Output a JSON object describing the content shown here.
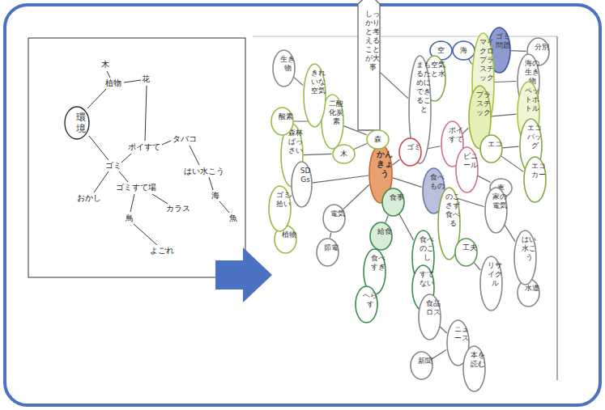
{
  "diagram": {
    "nodes": [
      {
        "text": [
          "環境"
        ]
      },
      {
        "text": [
          "しっかりと考えることが大事"
        ]
      },
      {
        "text": [
          "空"
        ]
      },
      {
        "text": [
          "海"
        ]
      },
      {
        "text": [
          "ゴミ問題"
        ]
      },
      {
        "text": [
          "分別"
        ]
      },
      {
        "text": [
          "空気と水"
        ]
      },
      {
        "text": [
          "海の生き物"
        ]
      },
      {
        "text": [
          "マイクロプラスチック"
        ]
      },
      {
        "text": [
          "ペットボトル"
        ]
      },
      {
        "text": [
          "プラスチック"
        ]
      },
      {
        "text": [
          "エコ"
        ]
      },
      {
        "text": [
          "エコバッグ"
        ]
      },
      {
        "text": [
          "エコカー"
        ]
      },
      {
        "text": [
          "まもるためにできること"
        ]
      },
      {
        "text": [
          "ゴミ"
        ]
      },
      {
        "text": [
          "ポイすて"
        ]
      },
      {
        "text": [
          "ビニール"
        ]
      },
      {
        "text": [
          "車"
        ]
      },
      {
        "text": [
          "かんきょう"
        ]
      },
      {
        "text": [
          "食べもの"
        ]
      },
      {
        "text": [
          "家の電気"
        ]
      },
      {
        "text": [
          "のこさず食べる"
        ]
      },
      {
        "text": [
          "工夫"
        ]
      },
      {
        "text": [
          "リサイクル"
        ]
      },
      {
        "text": [
          "水道"
        ]
      },
      {
        "text": [
          "はい水こう"
        ]
      },
      {
        "text": [
          "食事"
        ]
      },
      {
        "text": [
          "給食"
        ]
      },
      {
        "text": [
          "食べのこし"
        ]
      },
      {
        "text": [
          "食べすぎ"
        ]
      },
      {
        "text": [
          "へらす"
        ]
      },
      {
        "text": [
          "すてない"
        ]
      },
      {
        "text": [
          "食品ロス"
        ]
      },
      {
        "text": [
          "ニュース"
        ]
      },
      {
        "text": [
          "新聞"
        ]
      },
      {
        "text": [
          "本を読む"
        ]
      },
      {
        "text": [
          "森"
        ]
      },
      {
        "text": [
          "木"
        ]
      },
      {
        "text": [
          "森林ばっさい"
        ]
      },
      {
        "text": [
          "酸素"
        ]
      },
      {
        "text": [
          "二酸化炭素"
        ]
      },
      {
        "text": [
          "きれいな空気"
        ]
      },
      {
        "text": [
          "生き物"
        ]
      },
      {
        "text": [
          "植物"
        ]
      },
      {
        "text": [
          "SDGs"
        ]
      },
      {
        "text": [
          "ゴミ拾い"
        ]
      },
      {
        "text": [
          "電気"
        ]
      },
      {
        "text": [
          "節電"
        ]
      }
    ],
    "edges": [
      {
        "from": 19,
        "to": 15,
        "arrow": "none"
      },
      {
        "from": 15,
        "to": 14,
        "arrow": "none"
      },
      {
        "from": 15,
        "to": 16,
        "arrow": "none"
      },
      {
        "from": 16,
        "to": 10,
        "arrow": "none"
      },
      {
        "from": 16,
        "to": 17,
        "arrow": "none"
      },
      {
        "from": 17,
        "to": 18,
        "arrow": "none"
      },
      {
        "from": 10,
        "to": 8,
        "arrow": "none"
      },
      {
        "from": 10,
        "to": 9,
        "arrow": "none"
      },
      {
        "from": 10,
        "to": 11,
        "arrow": "none"
      },
      {
        "from": 11,
        "to": 12,
        "arrow": "none"
      },
      {
        "from": 11,
        "to": 13,
        "arrow": "none"
      },
      {
        "from": 8,
        "to": 7,
        "arrow": "none"
      },
      {
        "from": 8,
        "to": 3,
        "arrow": "none"
      },
      {
        "from": 3,
        "to": 2,
        "arrow": "none"
      },
      {
        "from": 3,
        "to": 4,
        "arrow": "none"
      },
      {
        "from": 4,
        "to": 5,
        "arrow": "none"
      },
      {
        "from": 14,
        "to": 6,
        "arrow": "none"
      },
      {
        "from": 14,
        "to": 1,
        "arrow": "none"
      },
      {
        "from": 19,
        "to": 20,
        "arrow": "none"
      },
      {
        "from": 20,
        "to": 21,
        "arrow": "none"
      },
      {
        "from": 20,
        "to": 22,
        "arrow": "none"
      },
      {
        "from": 22,
        "to": 23,
        "arrow": "none"
      },
      {
        "from": 23,
        "to": 24,
        "arrow": "none"
      },
      {
        "from": 21,
        "to": 26,
        "arrow": "none"
      },
      {
        "from": 26,
        "to": 25,
        "arrow": "none"
      },
      {
        "from": 19,
        "to": 27,
        "arrow": "none"
      },
      {
        "from": 27,
        "to": 28,
        "arrow": "none"
      },
      {
        "from": 27,
        "to": 29,
        "arrow": "none"
      },
      {
        "from": 28,
        "to": 30,
        "arrow": "none"
      },
      {
        "from": 30,
        "to": 31,
        "arrow": "none"
      },
      {
        "from": 29,
        "to": 32,
        "arrow": "none"
      },
      {
        "from": 32,
        "to": 33,
        "arrow": "none"
      },
      {
        "from": 33,
        "to": 34,
        "arrow": "none"
      },
      {
        "from": 34,
        "to": 35,
        "arrow": "none"
      },
      {
        "from": 34,
        "to": 36,
        "arrow": "none"
      },
      {
        "from": 19,
        "to": 37,
        "arrow": "none"
      },
      {
        "from": 37,
        "to": 38,
        "arrow": "none"
      },
      {
        "from": 38,
        "to": 39,
        "arrow": "none"
      },
      {
        "from": 37,
        "to": 41,
        "arrow": "none"
      },
      {
        "from": 41,
        "to": 40,
        "arrow": "none"
      },
      {
        "from": 41,
        "to": 42,
        "arrow": "none"
      },
      {
        "from": 42,
        "to": 43,
        "arrow": "none"
      },
      {
        "from": 19,
        "to": 45,
        "arrow": "none"
      },
      {
        "from": 45,
        "to": 46,
        "arrow": "none"
      },
      {
        "from": 46,
        "to": 44,
        "arrow": "none"
      },
      {
        "from": 19,
        "to": 47,
        "arrow": "none"
      },
      {
        "from": 47,
        "to": 48,
        "arrow": "none"
      }
    ],
    "labels": [
      "木",
      "植物",
      "花",
      "ゴミ",
      "ポイすて",
      "タバコ",
      "おかし",
      "ゴミすて場",
      "はい水こう",
      "カラス",
      "鳥",
      "海",
      "魚",
      "よごれ"
    ]
  }
}
